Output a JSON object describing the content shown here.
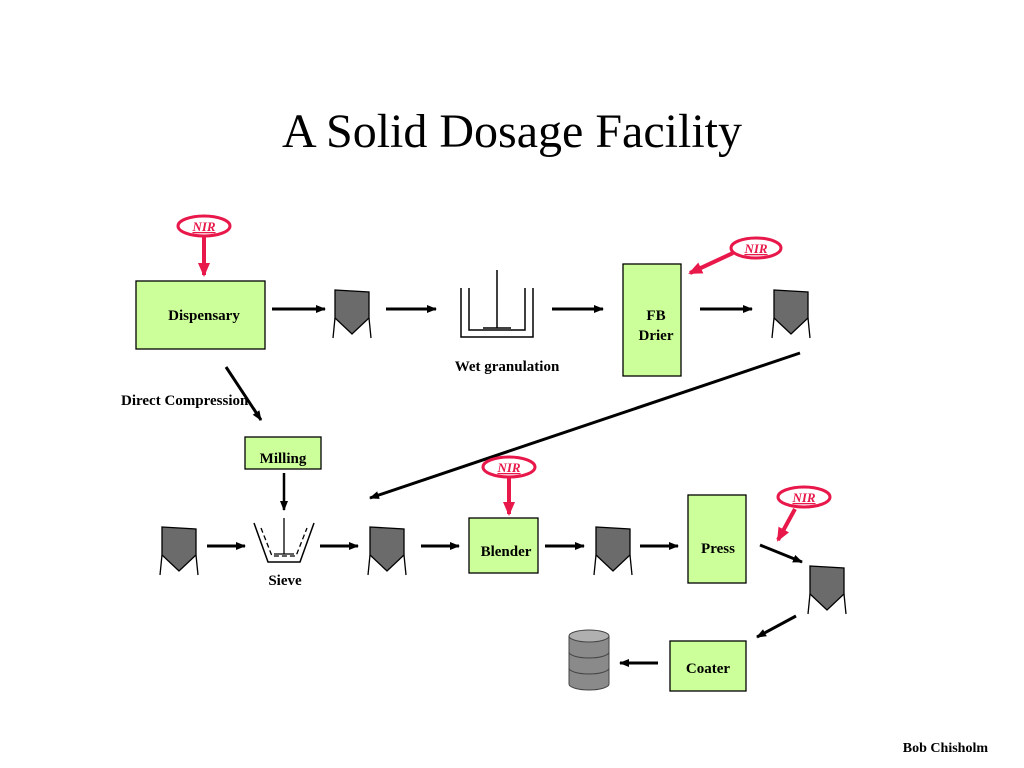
{
  "title": "A Solid Dosage Facility",
  "author": "Bob Chisholm",
  "nir_label": "NIR",
  "nodes": {
    "dispensary": "Dispensary",
    "fb_drier_line1": "FB",
    "fb_drier_line2": "Drier",
    "milling": "Milling",
    "blender": "Blender",
    "press": "Press",
    "coater": "Coater"
  },
  "labels": {
    "wet_granulation": "Wet granulation",
    "direct_compression": "Direct Compression",
    "sieve": "Sieve"
  },
  "colors": {
    "process_box_fill": "#ccff99",
    "nir_accent": "#e8184a",
    "hopper_fill": "#6b6b6b"
  },
  "icons": [
    "hopper-icon",
    "granulator-tank-icon",
    "sieve-icon",
    "drum-stack-icon"
  ]
}
